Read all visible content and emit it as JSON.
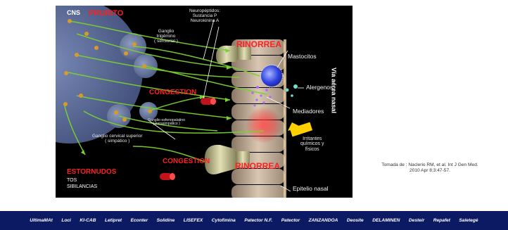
{
  "figure": {
    "cns_label": "CNS",
    "prurito": "PRURITO",
    "neuropeptides": [
      "Neuropéptidos:",
      "Sustancia P",
      "Neurokinina A"
    ],
    "ganglio_trigemino": [
      "Ganglio",
      "trigémino",
      "( sensorial )"
    ],
    "rinorrea_top": "RINORREA",
    "mastocitos": "Mastocitos",
    "via_aerea": "Vía aérea nasal",
    "alergenos": "Alergenos",
    "congestion_top": "CONGESTION",
    "mediadores": "Mediadores",
    "ganglio_esfeno": [
      "Ganglio esfenopalatino",
      "( parasimpático )"
    ],
    "ganglio_cervical": [
      "Ganglio cervical superior",
      "( simpático )"
    ],
    "irritantes": [
      "Irritantes",
      "químicos y",
      "físicos"
    ],
    "congestion_bottom": "CONGESTION",
    "rinorrea_bottom": "RINORREA",
    "estornudos": "ESTORNUDOS",
    "tos": "TOS",
    "sibilancias": "SIBILANCIAS",
    "epitelio": "Epitelio nasal"
  },
  "citation": {
    "line1": "Tomada de : Naclerio RM, et al.  Int J Gen Med.",
    "line2": "2010 Apr 8;3:47-57."
  },
  "footer": {
    "brands": [
      "UltimaMAt",
      "Loci",
      "KI-CAB",
      "Letipret",
      "Econter",
      "Solidine",
      "LISEFEX",
      "Cytofimina",
      "Patector N.F.",
      "Patector",
      "ZANZANDOA",
      "Deosite",
      "DELAMINEN",
      "Desteir",
      "Repafet",
      "Saletegé"
    ]
  },
  "colors": {
    "background": "#000000",
    "red_accent": "#ff1f1f",
    "nerve_green": "#7ad12f",
    "cns_blue": "#5e6f9e",
    "footer_navy": "#0c1a63"
  }
}
